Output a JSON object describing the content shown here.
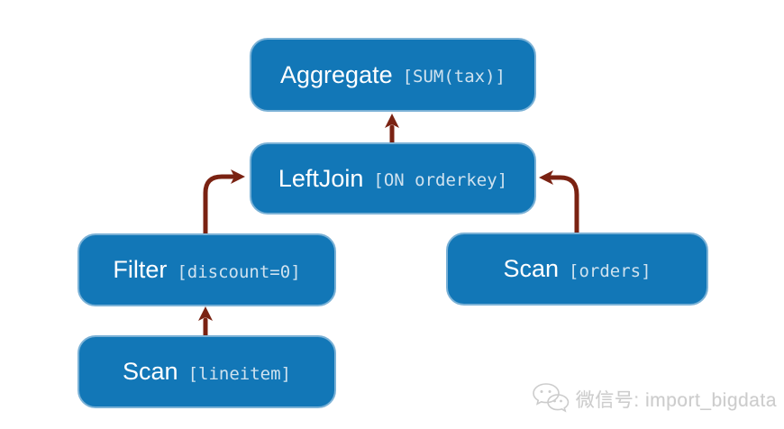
{
  "diagram": {
    "type": "query-plan-tree",
    "nodes": [
      {
        "id": "aggregate",
        "label": "Aggregate",
        "detail": "[SUM(tax)]"
      },
      {
        "id": "leftjoin",
        "label": "LeftJoin",
        "detail": "[ON orderkey]"
      },
      {
        "id": "filter",
        "label": "Filter",
        "detail": "[discount=0]"
      },
      {
        "id": "scan-orders",
        "label": "Scan",
        "detail": "[orders]"
      },
      {
        "id": "scan-lineitem",
        "label": "Scan",
        "detail": "[lineitem]"
      }
    ],
    "edges": [
      {
        "from": "leftjoin",
        "to": "aggregate"
      },
      {
        "from": "filter",
        "to": "leftjoin"
      },
      {
        "from": "scan-orders",
        "to": "leftjoin"
      },
      {
        "from": "scan-lineitem",
        "to": "filter"
      }
    ],
    "colors": {
      "node_fill": "#1277b7",
      "node_border": "#7ab1d6",
      "node_label": "#ffffff",
      "node_detail": "#cfe2ef",
      "arrow": "#7a2212",
      "background": "#ffffff"
    }
  },
  "watermark": {
    "icon": "wechat-icon",
    "text": "微信号: import_bigdata",
    "color": "#cccccc"
  }
}
